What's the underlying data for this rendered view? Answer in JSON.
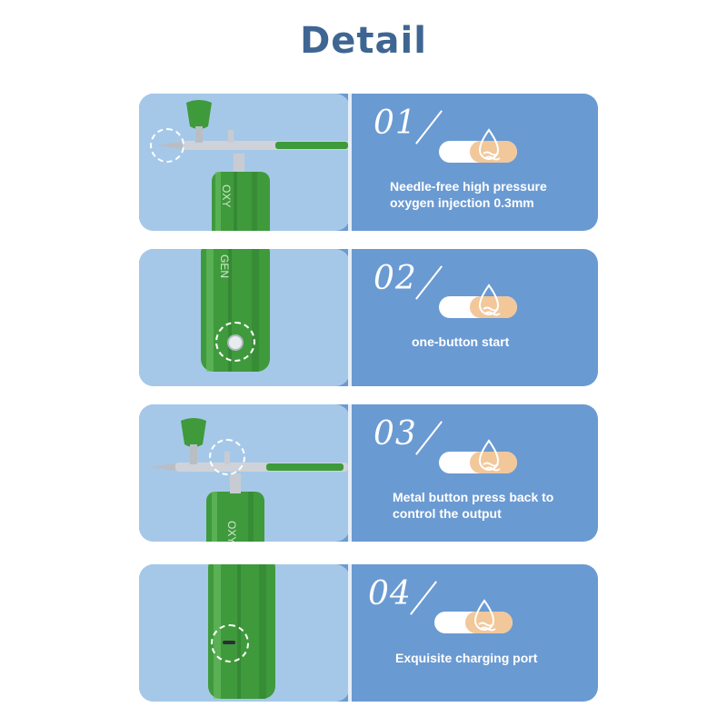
{
  "page": {
    "title": "Detail"
  },
  "colors": {
    "title": "#3f6692",
    "panel": "#6a9ad2",
    "photo_bg": "#a6c8e8",
    "accent": "#f2c79a",
    "bottle": "#3f9a3c"
  },
  "features": [
    {
      "number": "01",
      "text_line1": "Needle-free high pressure",
      "text_line2": "oxygen injection 0.3mm",
      "icon": "water-drop-icon"
    },
    {
      "number": "02",
      "text_line1": "one-button start",
      "text_line2": "",
      "icon": "water-drop-icon"
    },
    {
      "number": "03",
      "text_line1": "Metal button press back to",
      "text_line2": "control the output",
      "icon": "water-drop-icon"
    },
    {
      "number": "04",
      "text_line1": "Exquisite charging port",
      "text_line2": "",
      "icon": "water-drop-icon"
    }
  ],
  "bottle_text": {
    "top": "OXY",
    "bottom": "GEN"
  }
}
